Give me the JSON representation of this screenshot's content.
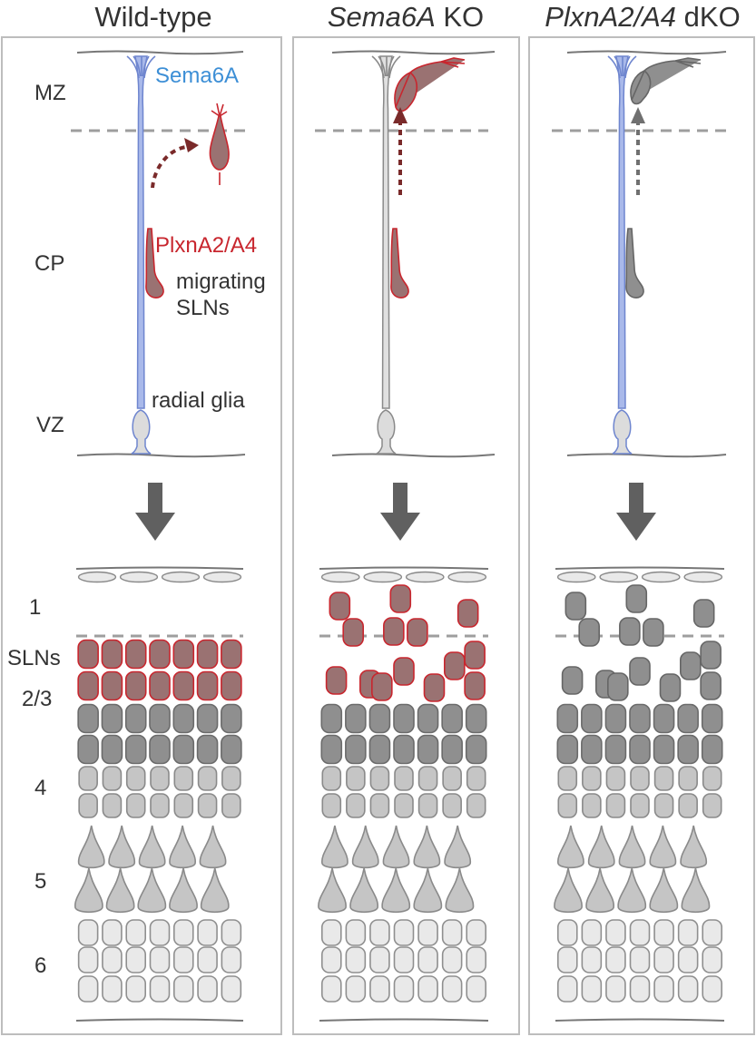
{
  "titles": {
    "wildtype": "Wild-type",
    "sema_gene": "Sema6A",
    "sema_suffix": " KO",
    "plxn_gene": "PlxnA2/A4",
    "plxn_suffix": " dKO"
  },
  "zones": {
    "mz": "MZ",
    "cp": "CP",
    "vz": "VZ"
  },
  "annotations": {
    "sema6a": "Sema6A",
    "plxna": "PlxnA2/A4",
    "migrating": "migrating",
    "slns": "SLNs",
    "radial_glia": "radial glia"
  },
  "layers": {
    "l1": "1",
    "slns": "SLNs",
    "l23": "2/3",
    "l4": "4",
    "l5": "5",
    "l6": "6"
  },
  "colors": {
    "panel_border": "#bdbdbd",
    "glia_blue": "#6f86cf",
    "glia_blue_fill": "#a9b9ea",
    "sema_blue_text": "#3d8fd6",
    "neuron_red": "#c8262e",
    "neuron_fill": "#9a7272",
    "dark_cell": "#8f8f8f",
    "medium_cell": "#c5c5c5",
    "light_cell": "#e9e9e9",
    "arrow_gray": "#606060",
    "arrow_red_dotted": "#7a2a2a",
    "glia_gray": "#8a8a8a"
  }
}
